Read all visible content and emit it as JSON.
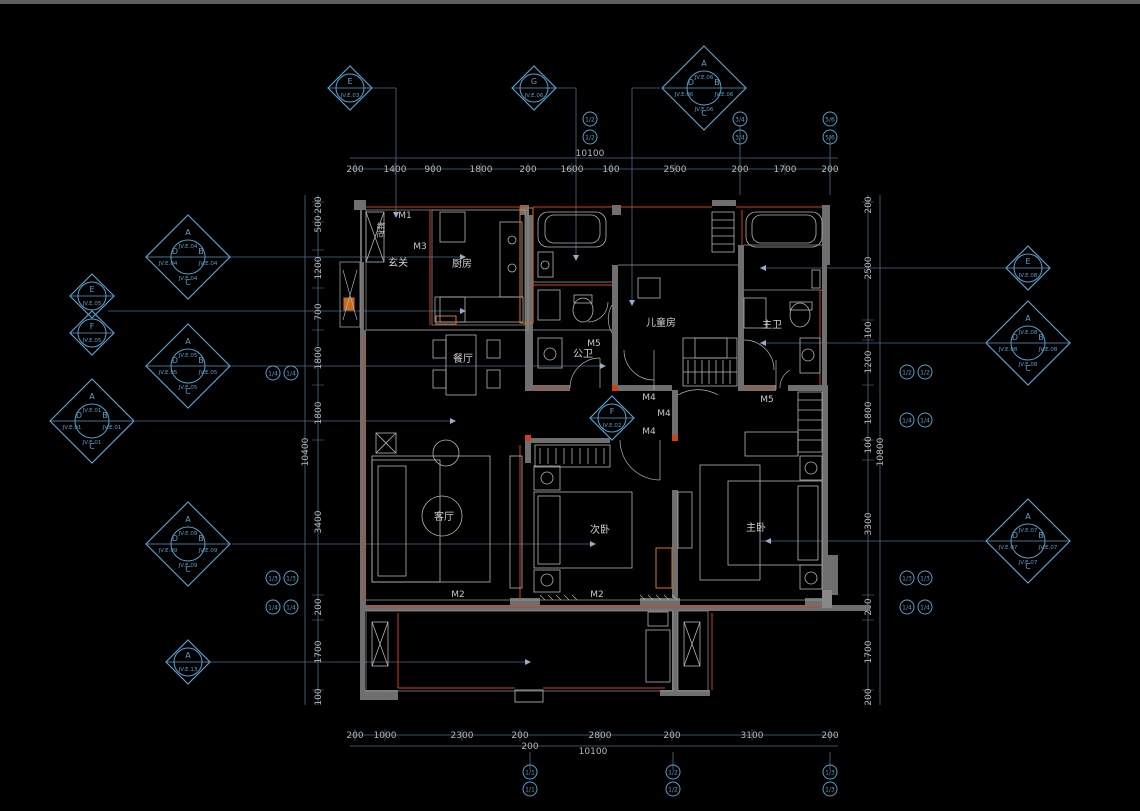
{
  "colors": {
    "background": "#000000",
    "wall": "#7a7a7a",
    "dimension": "#4a6e8a",
    "symbol": "#5a9ec8",
    "text": "#c8c8c8",
    "furniture": "#b4b4b4",
    "door_red": "#d0401c",
    "accent_orange": "#c86a20"
  },
  "rooms": [
    {
      "id": "entry",
      "label": "玄关"
    },
    {
      "id": "kitchen",
      "label": "厨房"
    },
    {
      "id": "dining",
      "label": "餐厅"
    },
    {
      "id": "living",
      "label": "客厅"
    },
    {
      "id": "public_bath",
      "label": "公卫"
    },
    {
      "id": "kids",
      "label": "儿童房"
    },
    {
      "id": "master_bath",
      "label": "主卫"
    },
    {
      "id": "second_bed",
      "label": "次卧"
    },
    {
      "id": "master_bed",
      "label": "主卧"
    },
    {
      "id": "shoe_cabinet",
      "label": "鞋柜"
    }
  ],
  "doors": {
    "m1": "M1",
    "m2": "M2",
    "m3": "M3",
    "m4": "M4",
    "m5": "M5"
  },
  "dimensions": {
    "top_total": "10100",
    "top": [
      "200",
      "1400",
      "900",
      "1800",
      "200",
      "1600",
      "100",
      "2500",
      "200",
      "1700",
      "200"
    ],
    "bottom_total": "10100",
    "bottom": [
      "200",
      "1000",
      "2300",
      "200",
      "2800",
      "200",
      "3100",
      "200"
    ],
    "bottom_mid": "200",
    "left_total": "10400",
    "left": [
      "200",
      "500",
      "1200",
      "700",
      "1800",
      "1800",
      "3400",
      "200",
      "1700",
      "100"
    ],
    "right_total": "10800",
    "right": [
      "200",
      "2500",
      "100",
      "1200",
      "1800",
      "100",
      "3300",
      "200",
      "1700",
      "200"
    ]
  },
  "elevations": {
    "left": [
      {
        "letters": [
          "A",
          "B",
          "C",
          "D"
        ],
        "refs": [
          "JV.E.04",
          "JV.E.04",
          "JV.E.04",
          "JV.E.04"
        ]
      },
      {
        "letters": [
          "E"
        ],
        "refs": [
          "JV.E.05"
        ]
      },
      {
        "letters": [
          "F"
        ],
        "refs": [
          "JV.E.05"
        ]
      },
      {
        "letters": [
          "A",
          "B",
          "C",
          "D"
        ],
        "refs": [
          "JV.E.05",
          "JV.E.05",
          "JV.E.05",
          "JV.E.05"
        ]
      },
      {
        "letters": [
          "A",
          "B",
          "C",
          "D"
        ],
        "refs": [
          "JV.E.01",
          "JV.E.01",
          "JV.E.01",
          "JV.E.01"
        ]
      },
      {
        "letters": [
          "A",
          "B",
          "C",
          "D"
        ],
        "refs": [
          "JV.E.09",
          "JV.E.09",
          "JV.E.09",
          "JV.E.09"
        ]
      },
      {
        "letters": [
          "A"
        ],
        "refs": [
          "JV.E.13"
        ]
      }
    ],
    "top": [
      {
        "letters": [
          "E"
        ],
        "refs": [
          "JV.E.03"
        ]
      },
      {
        "letters": [
          "G"
        ],
        "refs": [
          "JV.E.06"
        ]
      },
      {
        "letters": [
          "A",
          "B",
          "C",
          "D"
        ],
        "refs": [
          "JV.E.06",
          "JV.E.06",
          "JV.E.06",
          "JV.E.06"
        ]
      }
    ],
    "right": [
      {
        "letters": [
          "E"
        ],
        "refs": [
          "JV.E.08"
        ]
      },
      {
        "letters": [
          "A",
          "B",
          "C",
          "D"
        ],
        "refs": [
          "JV.E.08",
          "JV.E.08",
          "JV.E.08",
          "JV.E.08"
        ]
      },
      {
        "letters": [
          "A",
          "B",
          "C",
          "D"
        ],
        "refs": [
          "JV.E.07",
          "JV.E.07",
          "JV.E.07",
          "JV.E.07"
        ]
      }
    ],
    "center": {
      "letters": [
        "F"
      ],
      "refs": [
        "JV.E.02"
      ]
    }
  },
  "axes": {
    "top": [
      [
        "1/2",
        "1/2"
      ],
      [
        "3/4",
        "3/4"
      ],
      [
        "5/6",
        "5/6"
      ]
    ],
    "bottom": [
      [
        "1/1",
        "1/1"
      ],
      [
        "1/2",
        "1/2"
      ],
      [
        "1/3",
        "1/3"
      ]
    ],
    "left": [
      [
        "1/4",
        "1/4"
      ],
      [
        "1/3",
        "1/3"
      ],
      [
        "1/4",
        "1/4"
      ]
    ],
    "right": [
      [
        "1/2",
        "1/2"
      ],
      [
        "1/4",
        "1/4"
      ],
      [
        "1/3",
        "1/3"
      ],
      [
        "1/4",
        "1/4"
      ]
    ]
  }
}
